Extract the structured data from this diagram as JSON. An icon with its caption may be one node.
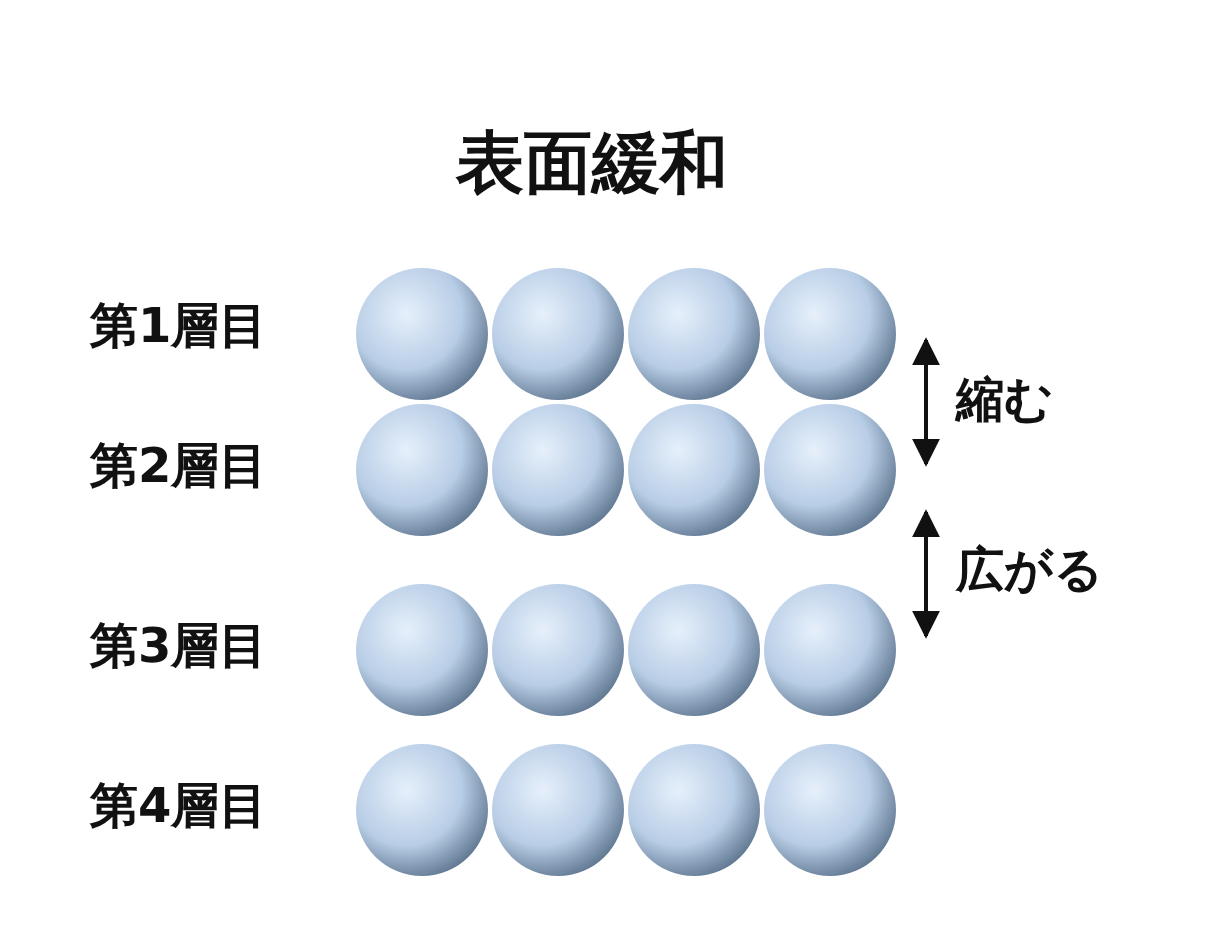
{
  "diagram": {
    "title": "表面緩和",
    "labels": [
      "第1層目",
      "縮む",
      "第2層目",
      "広がる",
      "第3層目",
      "第4層目"
    ]
  }
}
